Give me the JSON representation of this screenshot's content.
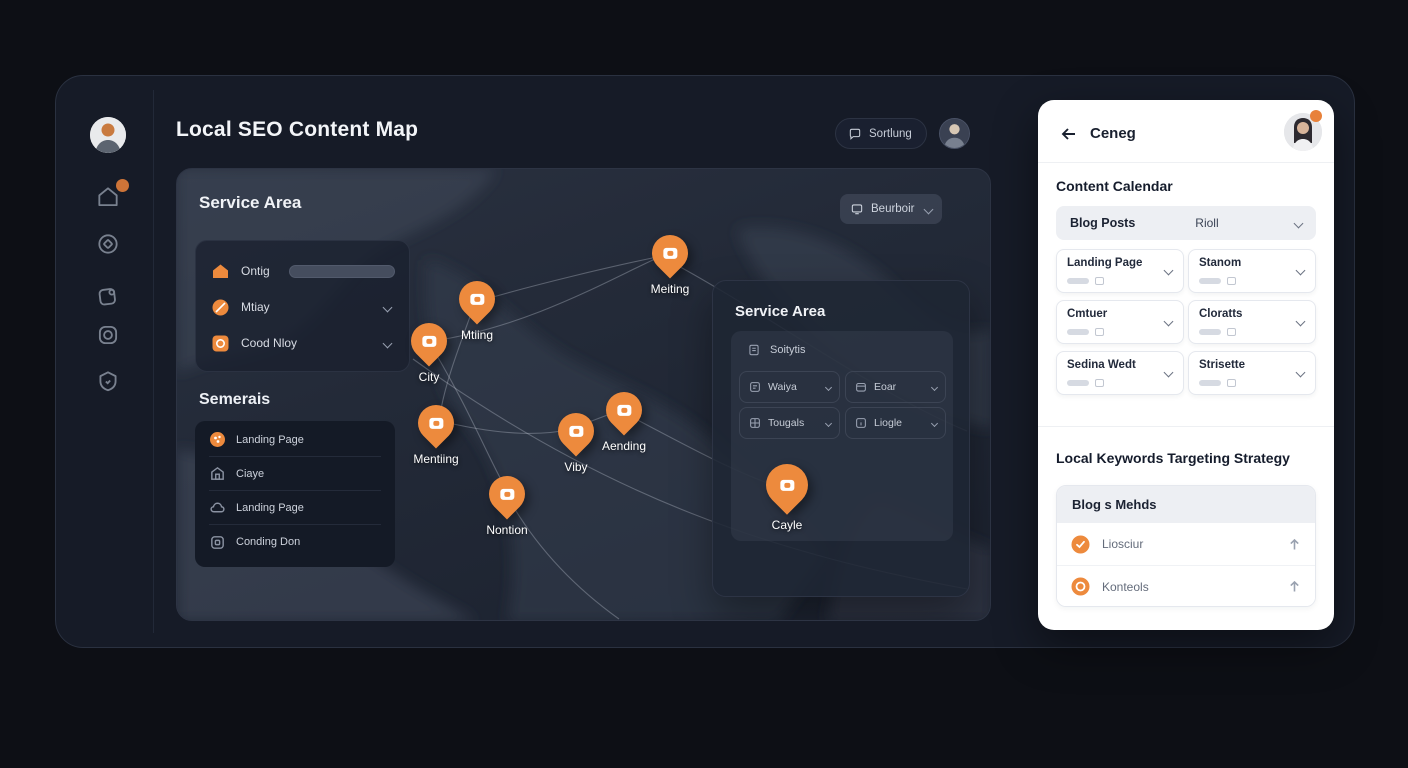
{
  "colors": {
    "accent": "#ED8A3D",
    "frame_bg": "#161B27",
    "panel_bg": "#FFFFFF",
    "map_land": "#3C4554"
  },
  "rail": {
    "icons": [
      {
        "name": "home-icon",
        "notification": true
      },
      {
        "name": "target-icon"
      },
      {
        "name": "package-icon"
      },
      {
        "name": "camera-icon"
      },
      {
        "name": "shield-icon"
      }
    ]
  },
  "header": {
    "title": "Local SEO Content Map",
    "action_label": "Sortlung"
  },
  "map": {
    "title": "Service Area",
    "dropdown_label": "Beurboir",
    "legend": {
      "items": [
        {
          "icon": "house-icon",
          "label": "Ontig",
          "control": "progress-pill"
        },
        {
          "icon": "pie-icon",
          "label": "Mtiay",
          "control": "chevron"
        },
        {
          "icon": "scan-icon",
          "label": "Cood Nloy",
          "control": "chevron"
        }
      ]
    },
    "semerais": {
      "heading": "Semerais",
      "items": [
        {
          "icon": "map-pin-badge-icon",
          "label": "Landing Page"
        },
        {
          "icon": "home-outline-icon",
          "label": "Ciaye"
        },
        {
          "icon": "cloud-icon",
          "label": "Landing Page"
        },
        {
          "icon": "frame-icon",
          "label": "Conding Don"
        }
      ]
    },
    "pins": [
      {
        "label": "Meiting"
      },
      {
        "label": "Mtiing"
      },
      {
        "label": "City"
      },
      {
        "label": "Mentiing"
      },
      {
        "label": "Viby"
      },
      {
        "label": "Aending"
      },
      {
        "label": "Nontion"
      }
    ],
    "service_card": {
      "title": "Service Area",
      "row_label": "Soitytis",
      "dropdowns": [
        {
          "label": "Waiya"
        },
        {
          "label": "Eoar"
        },
        {
          "label": "Tougals"
        },
        {
          "label": "Liogle"
        }
      ],
      "pin_label": "Cayle"
    }
  },
  "side_panel": {
    "title": "Ceneg",
    "content_calendar": {
      "heading": "Content Calendar",
      "header_row": {
        "left": "Blog Posts",
        "right": "Rioll"
      },
      "cards": [
        {
          "title": "Landing Page"
        },
        {
          "title": "Stanom"
        },
        {
          "title": "Cmtuer"
        },
        {
          "title": "Cloratts"
        },
        {
          "title": "Sedina Wedt"
        },
        {
          "title": "Strisette"
        }
      ]
    },
    "keywords": {
      "heading": "Local Keywords Targeting Strategy",
      "card_header": "Blog s Mehds",
      "rows": [
        {
          "icon": "check-circle-icon",
          "label": "Liosciur"
        },
        {
          "icon": "target-circle-icon",
          "label": "Konteols"
        }
      ]
    }
  }
}
